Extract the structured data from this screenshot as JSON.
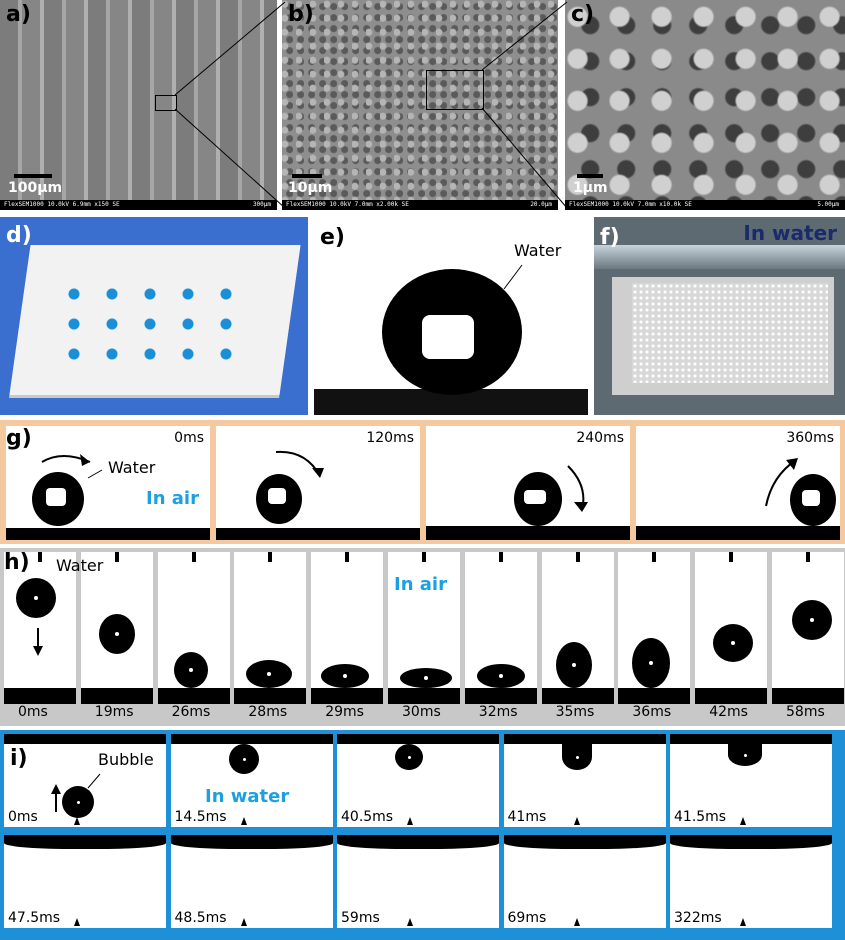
{
  "panels": {
    "a": {
      "label": "a)",
      "scale": "100µm",
      "footer_left": "FlexSEM1000 10.0kV 6.9mm x150 SE",
      "footer_right": "300µm"
    },
    "b": {
      "label": "b)",
      "scale": "10µm",
      "footer_left": "FlexSEM1000 10.0kV 7.0mm x2.00k SE",
      "footer_right": "20.0µm"
    },
    "c": {
      "label": "c)",
      "scale": "1µm",
      "footer_left": "FlexSEM1000 10.0kV 7.0mm x10.0k SE",
      "footer_right": "5.00µm"
    },
    "d": {
      "label": "d)"
    },
    "e": {
      "label": "e)",
      "note": "Water"
    },
    "f": {
      "label": "f)",
      "note": "In water"
    },
    "g": {
      "label": "g)",
      "note_water": "Water",
      "note_env": "In air",
      "times": [
        "0ms",
        "120ms",
        "240ms",
        "360ms"
      ]
    },
    "h": {
      "label": "h)",
      "note_water": "Water",
      "note_env": "In air",
      "times": [
        "0ms",
        "19ms",
        "26ms",
        "28ms",
        "29ms",
        "30ms",
        "32ms",
        "35ms",
        "36ms",
        "42ms",
        "58ms"
      ]
    },
    "i": {
      "label": "i)",
      "note_bubble": "Bubble",
      "note_env": "In water",
      "times_top": [
        "0ms",
        "14.5ms",
        "40.5ms",
        "41ms",
        "41.5ms"
      ],
      "times_bottom": [
        "47.5ms",
        "48.5ms",
        "59ms",
        "69ms",
        "322ms"
      ]
    }
  },
  "colors": {
    "blue_text": "#1ea0e0",
    "g_border": "#f5c9a0",
    "h_border": "#c8c8c8",
    "i_border": "#1e90d8",
    "d_bg": "#3a6fd0"
  }
}
